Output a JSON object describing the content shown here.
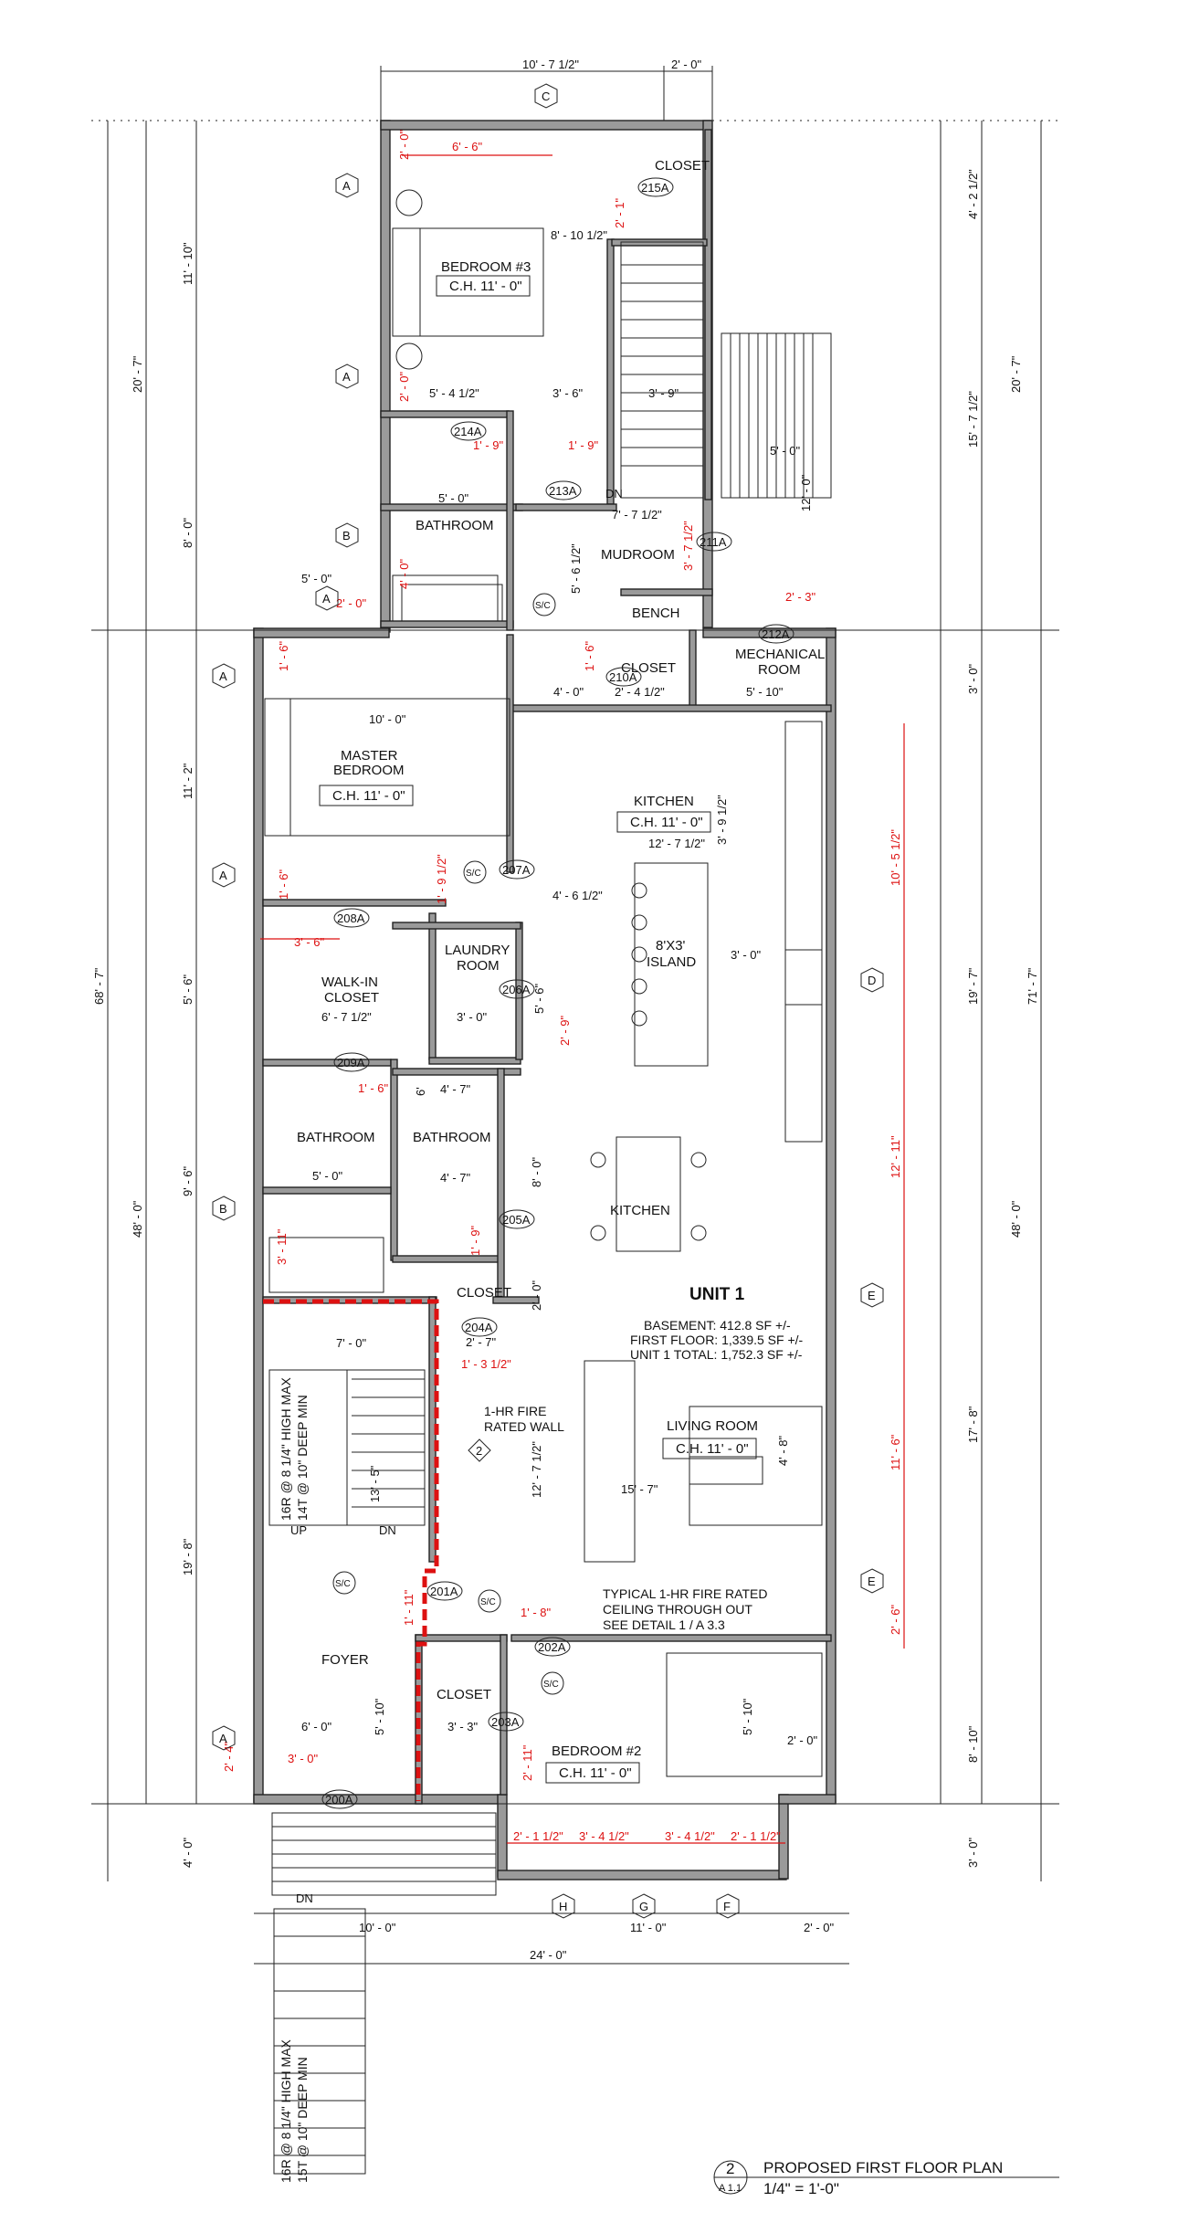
{
  "dimensions": {
    "top_width": "10' - 7 1/2\"",
    "top_right": "2' - 0\"",
    "left_11_10": "11' - 10\"",
    "left_20_7": "20' - 7\"",
    "left_8_0": "8' - 0\"",
    "left_11_2": "11' - 2\"",
    "left_5_6": "5' - 6\"",
    "left_9_6": "9' - 6\"",
    "left_19_8": "19' - 8\"",
    "left_4_0": "4' - 0\"",
    "left_48_0": "48' - 0\"",
    "left_68_7": "68' - 7\"",
    "right_4_2_half": "4' - 2 1/2\"",
    "right_15_7_half": "15' - 7 1/2\"",
    "right_20_7": "20' - 7\"",
    "right_3_0_top": "3' - 0\"",
    "right_19_7": "19' - 7\"",
    "right_17_8": "17' - 8\"",
    "right_8_10": "8' - 10\"",
    "right_48_0": "48' - 0\"",
    "right_3_0_bottom": "3' - 0\"",
    "right_71_7": "71' - 7\"",
    "bottom_10_0": "10' - 0\"",
    "bottom_11_0": "11' - 0\"",
    "bottom_2_0": "2' - 0\"",
    "bottom_24_0": "24' - 0\"",
    "d_8_10_half": "8' - 10 1/2\"",
    "d_5_4_half": "5' - 4 1/2\"",
    "d_3_6": "3' - 6\"",
    "d_3_9": "3' - 9\"",
    "d_5_0_bath": "5' - 0\"",
    "d_7_7_half": "7' - 7 1/2\"",
    "d_5_6_half": "5' - 6 1/2\"",
    "d_5_0_ext": "5' - 0\"",
    "d_5_0_deck": "5' - 0\"",
    "d_12_0": "12' - 0\"",
    "d_10_0": "10' - 0\"",
    "d_4_0": "4' - 0\"",
    "d_2_4_half": "2' - 4 1/2\"",
    "d_5_10": "5' - 10\"",
    "d_12_7_half": "12' - 7 1/2\"",
    "d_3_9_half": "3' - 9 1/2\"",
    "d_4_6_half": "4' - 6 1/2\"",
    "d_3_0_island": "3' - 0\"",
    "d_6_7_half": "6' - 7 1/2\"",
    "d_3_0_laundry": "3' - 0\"",
    "d_5_6_laundry": "5' - 6\"",
    "d_4_7_a": "4' - 7\"",
    "d_4_7_b": "4' - 7\"",
    "d_6_bath": "6'",
    "d_5_0_bath2": "5' - 0\"",
    "d_8_0": "8' - 0\"",
    "d_2_0_closet": "2' - 0\"",
    "d_2_7": "2' - 7\"",
    "d_7_0": "7' - 0\"",
    "d_13_5": "13' - 5\"",
    "d_12_7_half_b": "12' - 7 1/2\"",
    "d_15_7": "15' - 7\"",
    "d_4_8": "4' - 8\"",
    "d_6_0": "6' - 0\"",
    "d_5_10_foyer": "5' - 10\"",
    "d_3_3": "3' - 3\"",
    "d_5_10_bed2": "5' - 10\"",
    "d_2_0_bed2": "2' - 0\""
  },
  "red_dimensions": {
    "r_6_6": "6' - 6\"",
    "r_2_0_a": "2' - 0\"",
    "r_2_1": "2' - 1\"",
    "r_2_0_b": "2' - 0\"",
    "r_1_9_a": "1' - 9\"",
    "r_1_9_b": "1' - 9\"",
    "r_4_0": "4' - 0\"",
    "r_2_0_c": "2' - 0\"",
    "r_3_7_half": "3' - 7 1/2\"",
    "r_2_3": "2' - 3\"",
    "r_1_6_a": "1' - 6\"",
    "r_1_6_b": "1' - 6\"",
    "r_1_6_c": "1' - 6\"",
    "r_1_9_half": "1' - 9 1/2\"",
    "r_3_6": "3' - 6\"",
    "r_2_9": "2' - 9\"",
    "r_1_6_d": "1' - 6\"",
    "r_3_11": "3' - 11\"",
    "r_1_9_c": "1' - 9\"",
    "r_1_3_half": "1' - 3 1/2\"",
    "r_1_11": "1' - 11\"",
    "r_1_8": "1' - 8\"",
    "r_2_11": "2' - 11\"",
    "r_2_4": "2' - 4\"",
    "r_3_0": "3' - 0\"",
    "r_2_1_half_a": "2' - 1 1/2\"",
    "r_3_4_half_a": "3' - 4 1/2\"",
    "r_3_4_half_b": "3' - 4 1/2\"",
    "r_2_1_half_b": "2' - 1 1/2\"",
    "r_10_5_half": "10' - 5 1/2\"",
    "r_12_11": "12' - 11\"",
    "r_11_6": "11' - 6\"",
    "r_2_6": "2' - 6\""
  },
  "rooms": {
    "closet_top": "CLOSET",
    "bedroom3": "BEDROOM #3",
    "bedroom3_ch": "C.H. 11' - 0\"",
    "bathroom_top": "BATHROOM",
    "mudroom": "MUDROOM",
    "bench": "BENCH",
    "closet_mud": "CLOSET",
    "mechanical": "MECHANICAL",
    "mechanical2": "ROOM",
    "master1": "MASTER",
    "master2": "BEDROOM",
    "master_ch": "C.H. 11' - 0\"",
    "kitchen_top": "KITCHEN",
    "kitchen_top_ch": "C.H. 11' - 0\"",
    "island1": "8'X3'",
    "island2": "ISLAND",
    "laundry1": "LAUNDRY",
    "laundry2": "ROOM",
    "walkin1": "WALK-IN",
    "walkin2": "CLOSET",
    "bathroom_left": "BATHROOM",
    "bathroom_mid": "BATHROOM",
    "kitchen_dining": "KITCHEN",
    "closet_mid": "CLOSET",
    "living": "LIVING ROOM",
    "living_ch": "C.H. 11' - 0\"",
    "foyer": "FOYER",
    "closet_foyer": "CLOSET",
    "bedroom2": "BEDROOM #2",
    "bedroom2_ch": "C.H. 11' - 0\""
  },
  "doors": [
    "215A",
    "214A",
    "213A",
    "211A",
    "212A",
    "210A",
    "207A",
    "208A",
    "206A",
    "209A",
    "205A",
    "204A",
    "201A",
    "202A",
    "203A",
    "200A"
  ],
  "grid_tags": {
    "c": "C",
    "a1": "A",
    "a2": "A",
    "a3": "A",
    "a4": "A",
    "a5": "A",
    "a6": "A",
    "b1": "B",
    "b2": "B",
    "d": "D",
    "e1": "E",
    "e2": "E",
    "h": "H",
    "g": "G",
    "f": "F",
    "num2": "2"
  },
  "labels": {
    "sc": "S/C",
    "dn": "DN",
    "up": "UP",
    "stair_note_1": "16R @ 8 1/4\" HIGH MAX",
    "stair_note_2": "14T @ 10\" DEEP MIN",
    "ext_stair_1": "16R @ 8 1/4\" HIGH MAX",
    "ext_stair_2": "15T @ 10\" DEEP MIN",
    "fire_wall_1": "1-HR FIRE",
    "fire_wall_2": "RATED WALL",
    "ceiling_1": "TYPICAL 1-HR FIRE RATED",
    "ceiling_2": "CEILING THROUGH OUT",
    "ceiling_3": "SEE DETAIL 1 / A 3.3"
  },
  "unit": {
    "title": "UNIT 1",
    "basement": "BASEMENT: 412.8 SF +/-",
    "first_floor": "FIRST FLOOR: 1,339.5 SF +/-",
    "total": "UNIT 1 TOTAL: 1,752.3 SF +/-"
  },
  "title_block": {
    "number": "2",
    "sheet": "A 1.1",
    "title": "PROPOSED FIRST FLOOR PLAN",
    "scale": "1/4\" = 1'-0\""
  }
}
